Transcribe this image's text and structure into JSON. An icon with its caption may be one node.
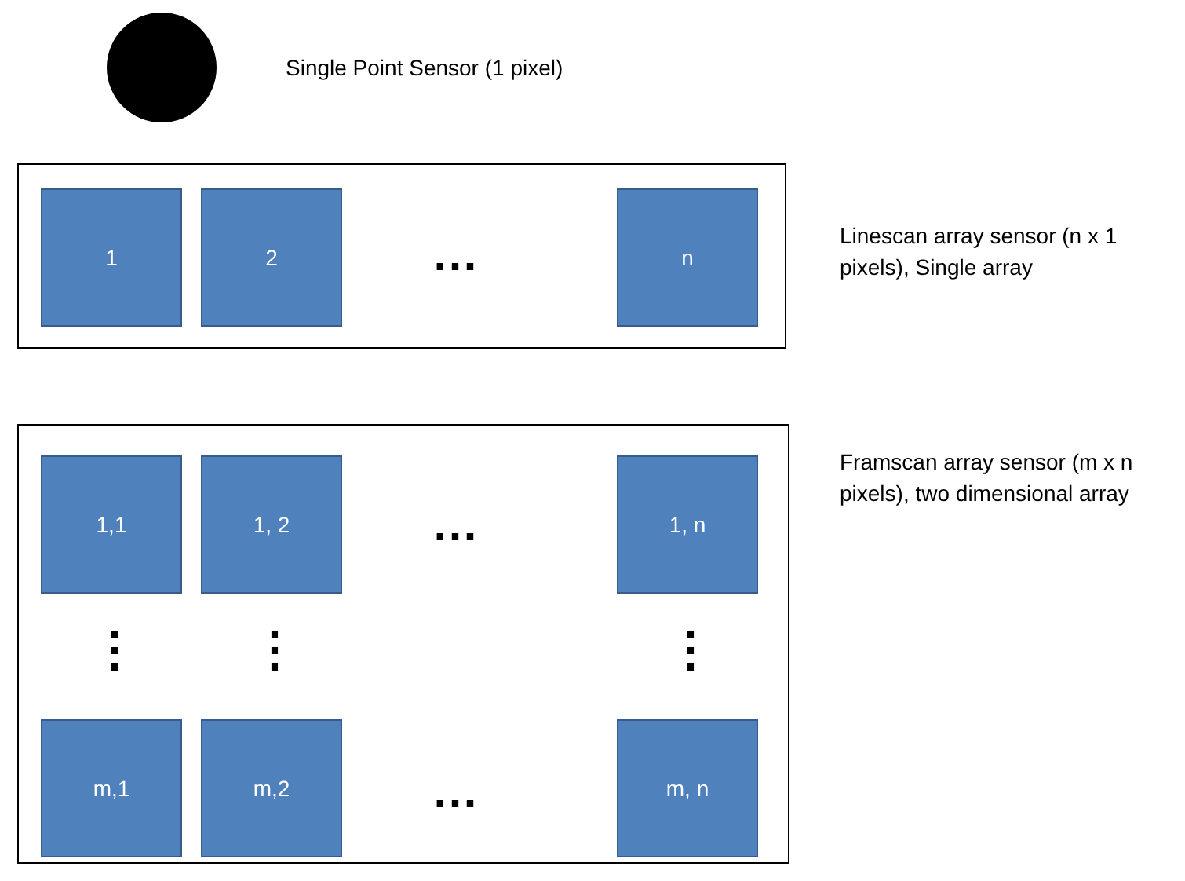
{
  "diagram": {
    "nodes": [
      {
        "text": [],
        "shape": "circle",
        "beside": [
          "Single Point Sensor (1 pixel)"
        ]
      },
      {
        "text": [
          "Linescan array sensor (n x 1 pixels), Single array"
        ]
      },
      {
        "text": [
          "1"
        ],
        "in": 1
      },
      {
        "text": [
          "2"
        ],
        "in": 1
      },
      {
        "text": [
          "n"
        ],
        "in": 1
      },
      {
        "text": [
          "Framscan array sensor (m x n pixels), two dimensional array"
        ]
      },
      {
        "text": [
          "1,1"
        ],
        "in": 5
      },
      {
        "text": [
          "1, 2"
        ],
        "in": 5
      },
      {
        "text": [
          "1, n"
        ],
        "in": 5
      },
      {
        "text": [
          "m,1"
        ],
        "in": 5
      },
      {
        "text": [
          "m,2"
        ],
        "in": 5
      },
      {
        "text": [
          "m, n"
        ],
        "in": 5
      }
    ],
    "labels": [
      "…",
      "…",
      "⋮",
      "⋮",
      "⋮",
      "…"
    ]
  }
}
